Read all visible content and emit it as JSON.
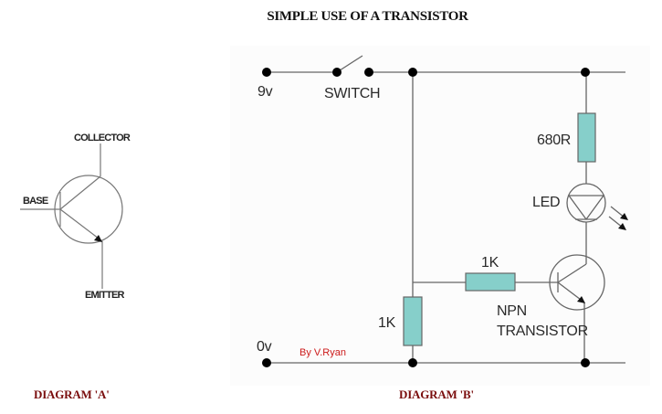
{
  "title": "SIMPLE USE OF A TRANSISTOR",
  "diagram_a": {
    "caption": "DIAGRAM 'A'",
    "labels": {
      "collector": "COLLECTOR",
      "base": "BASE",
      "emitter": "EMITTER"
    }
  },
  "diagram_b": {
    "caption": "DIAGRAM 'B'",
    "labels": {
      "supply_positive": "9v",
      "supply_ground": "0v",
      "switch": "SWITCH",
      "resistor_led": "680R",
      "led": "LED",
      "resistor_base": "1K",
      "resistor_divider": "1K",
      "transistor_line1": "NPN",
      "transistor_line2": "TRANSISTOR"
    },
    "credit": "By V.Ryan"
  },
  "colors": {
    "wire": "#666666",
    "resistor_fill": "#86cfca",
    "node": "#000000",
    "caption": "#7a0d0d",
    "credit": "#cc1a1a"
  }
}
